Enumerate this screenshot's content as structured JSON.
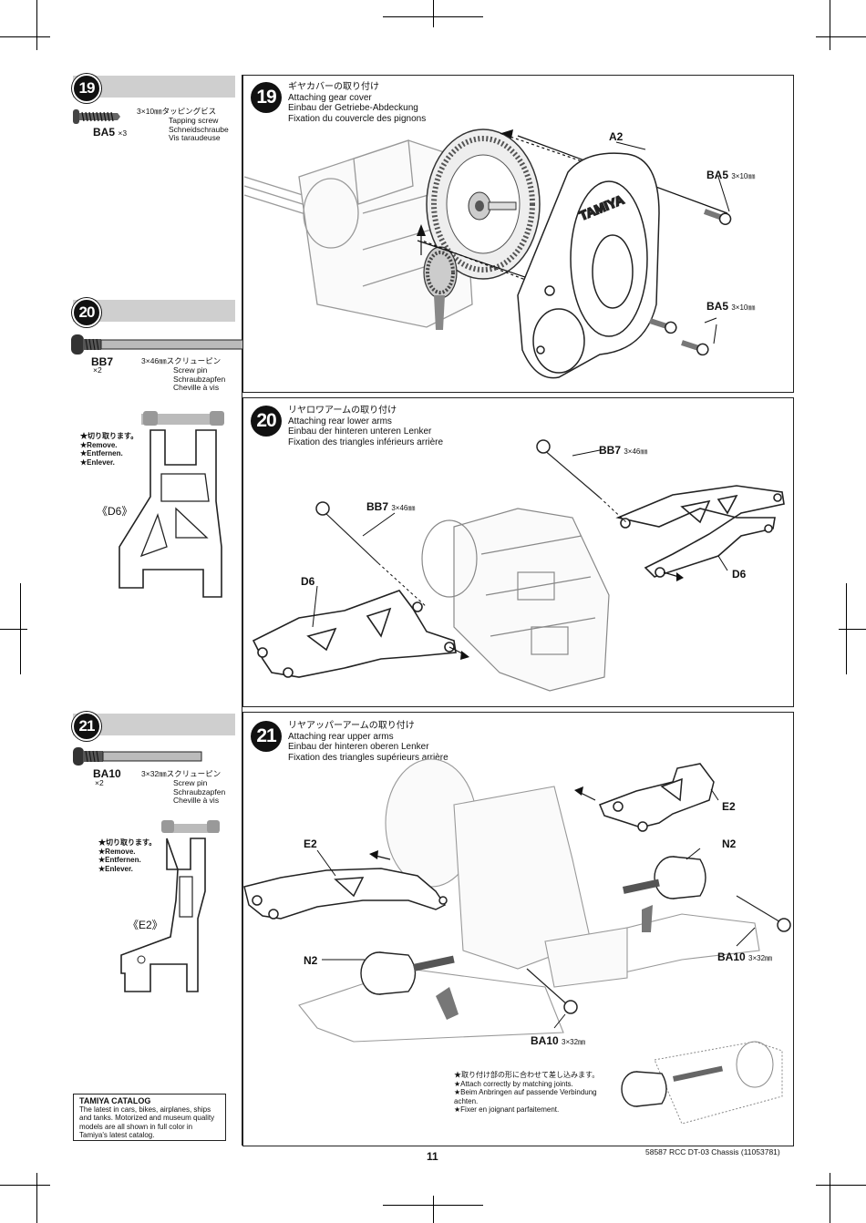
{
  "steps": {
    "s19": {
      "number": "19",
      "title_jp": "ギヤカバーの取り付け",
      "title_en": "Attaching gear cover",
      "title_de": "Einbau der Getriebe-Abdeckung",
      "title_fr": "Fixation du couvercle des pignons",
      "part_code": "BA5",
      "part_qty": "×3",
      "part_desc_jp": "3×10㎜タッピングビス",
      "part_desc_en": "Tapping screw",
      "part_desc_de": "Schneidschraube",
      "part_desc_fr": "Vis taraudeuse",
      "callouts": {
        "a2": "A2",
        "ba5_a": "BA5",
        "ba5_a_size": "3×10㎜",
        "ba5_b": "BA5",
        "ba5_b_size": "3×10㎜"
      }
    },
    "s20": {
      "number": "20",
      "title_jp": "リヤロワアームの取り付け",
      "title_en": "Attaching rear lower arms",
      "title_de": "Einbau der hinteren unteren Lenker",
      "title_fr": "Fixation des triangles inférieurs arrière",
      "part_code": "BB7",
      "part_qty": "×2",
      "part_desc_jp": "3×46㎜スクリューピン",
      "part_desc_en": "Screw pin",
      "part_desc_de": "Schraubzapfen",
      "part_desc_fr": "Cheville à vis",
      "remove_jp": "★切り取ります。",
      "remove_en": "★Remove.",
      "remove_de": "★Entfernen.",
      "remove_fr": "★Enlever.",
      "part_name": "《D6》",
      "callouts": {
        "bb7_a": "BB7",
        "bb7_a_size": "3×46㎜",
        "bb7_b": "BB7",
        "bb7_b_size": "3×46㎜",
        "d6_a": "D6",
        "d6_b": "D6"
      }
    },
    "s21": {
      "number": "21",
      "title_jp": "リヤアッパーアームの取り付け",
      "title_en": "Attaching rear upper arms",
      "title_de": "Einbau der hinteren oberen Lenker",
      "title_fr": "Fixation des triangles supérieurs arrière",
      "part_code": "BA10",
      "part_qty": "×2",
      "part_desc_jp": "3×32㎜スクリューピン",
      "part_desc_en": "Screw pin",
      "part_desc_de": "Schraubzapfen",
      "part_desc_fr": "Cheville à vis",
      "remove_jp": "★切り取ります。",
      "remove_en": "★Remove.",
      "remove_de": "★Entfernen.",
      "remove_fr": "★Enlever.",
      "part_name": "《E2》",
      "callouts": {
        "e2_a": "E2",
        "e2_b": "E2",
        "n2_a": "N2",
        "n2_b": "N2",
        "ba10_a": "BA10",
        "ba10_a_size": "3×32㎜",
        "ba10_b": "BA10",
        "ba10_b_size": "3×32㎜"
      },
      "tip_jp": "★取り付け部の形に合わせて差し込みます。",
      "tip_en": "★Attach correctly by matching joints.",
      "tip_de": "★Beim Anbringen auf passende Verbindung achten.",
      "tip_fr": "★Fixer en joignant parfaitement."
    }
  },
  "catalog": {
    "title": "TAMIYA CATALOG",
    "body": "The latest in cars, bikes, airplanes, ships and tanks. Motorized and museum quality models are all shown in full color in Tamiya's latest catalog."
  },
  "footer": {
    "page_number": "11",
    "doc_id": "58587 RCC DT-03 Chassis (11053781)"
  }
}
